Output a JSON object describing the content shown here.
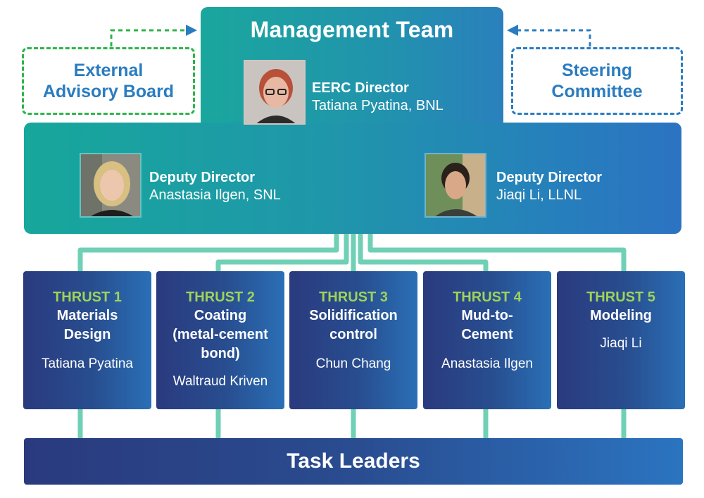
{
  "management": {
    "title": "Management Team",
    "director": {
      "role": "EERC Director",
      "name": "Tatiana Pyatina, BNL"
    },
    "deputy_left": {
      "role": "Deputy Director",
      "name": "Anastasia Ilgen, SNL"
    },
    "deputy_right": {
      "role": "Deputy Director",
      "name": "Jiaqi Li, LLNL"
    }
  },
  "external_board": {
    "lines": [
      "External",
      "Advisory Board"
    ]
  },
  "steering_committee": {
    "lines": [
      "Steering",
      "Committee"
    ]
  },
  "thrusts": [
    {
      "label": "THRUST 1",
      "title_lines": [
        "Materials",
        "Design"
      ],
      "leader": "Tatiana Pyatina"
    },
    {
      "label": "THRUST 2",
      "title_lines": [
        "Coating",
        "(metal-cement",
        "bond)"
      ],
      "leader": "Waltraud Kriven"
    },
    {
      "label": "THRUST 3",
      "title_lines": [
        "Solidification",
        "control"
      ],
      "leader": "Chun Chang"
    },
    {
      "label": "THRUST 4",
      "title_lines": [
        "Mud-to-",
        "Cement"
      ],
      "leader": "Anastasia Ilgen"
    },
    {
      "label": "THRUST 5",
      "title_lines": [
        "Modeling"
      ],
      "leader": "Jiaqi Li"
    }
  ],
  "task_leaders": {
    "label": "Task Leaders"
  },
  "colors": {
    "teal": "#1aa79d",
    "blue": "#2a80bc",
    "navy": "#2a3a7e",
    "green_dash": "#2db34a",
    "blue_dash": "#2a7cc0",
    "thrust_label": "#9fd35a",
    "connector": "#6fd0b5"
  }
}
